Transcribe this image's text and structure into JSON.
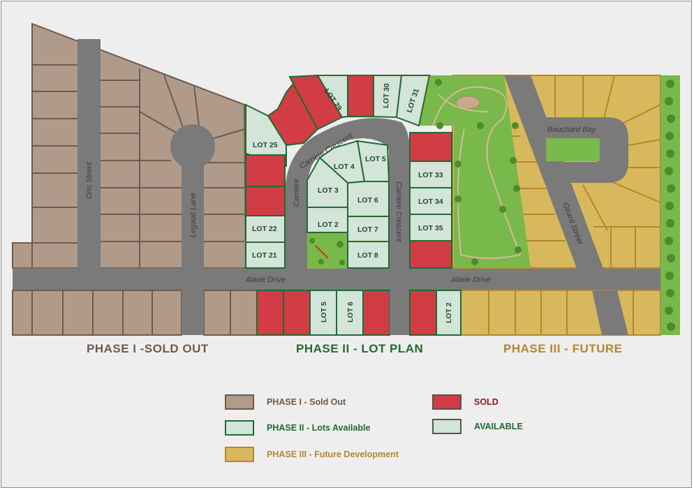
{
  "colors": {
    "phase1": "#b09b8a",
    "phase1_line": "#6f5a4c",
    "phase2_available": "#d3e4d8",
    "phase2_line": "#1f6b32",
    "sold": "#d23c45",
    "phase3": "#d8b85c",
    "phase3_line": "#b5862c",
    "road": "#7a7a7a",
    "park": "#79b84a",
    "page": "#eeeeee"
  },
  "roads": {
    "alarie_drive_left": "Alarie Drive",
    "alarie_drive_right": "Alarie Drive",
    "oris_street": "Oris Street",
    "legault_lane": "Legault Lane",
    "carriere_crescent_top": "Carriere Crescent",
    "carriere_crescent_left": "Carriere",
    "carriere_crescent_right": "Carriere Crescent",
    "bouchard_bay": "Bouchard Bay",
    "girard_street": "Girard Street"
  },
  "lots": {
    "lot25": "LOT 25",
    "lot29": "LOT 29",
    "lot30": "LOT 30",
    "lot31": "LOT 31",
    "lot4": "LOT 4",
    "lot5": "LOT 5",
    "lot3": "LOT 3",
    "lot6": "LOT 6",
    "lot2": "LOT 2",
    "lot7": "LOT 7",
    "lot8": "LOT 8",
    "lot22": "LOT 22",
    "lot21": "LOT 21",
    "lot33": "LOT 33",
    "lot34": "LOT 34",
    "lot35": "LOT 35",
    "lot5_bottom": "LOT 5",
    "lot6_bottom": "LOT 6",
    "lot2_bottom": "LOT 2"
  },
  "phases": {
    "phase1_title": "PHASE I -SOLD OUT",
    "phase2_title": "PHASE II - LOT PLAN",
    "phase3_title": "PHASE III - FUTURE"
  },
  "legend": {
    "phase1": "PHASE I - Sold Out",
    "phase2": "PHASE II - Lots Available",
    "phase3": "PHASE III - Future Development",
    "sold": "SOLD",
    "available": "AVAILABLE"
  }
}
